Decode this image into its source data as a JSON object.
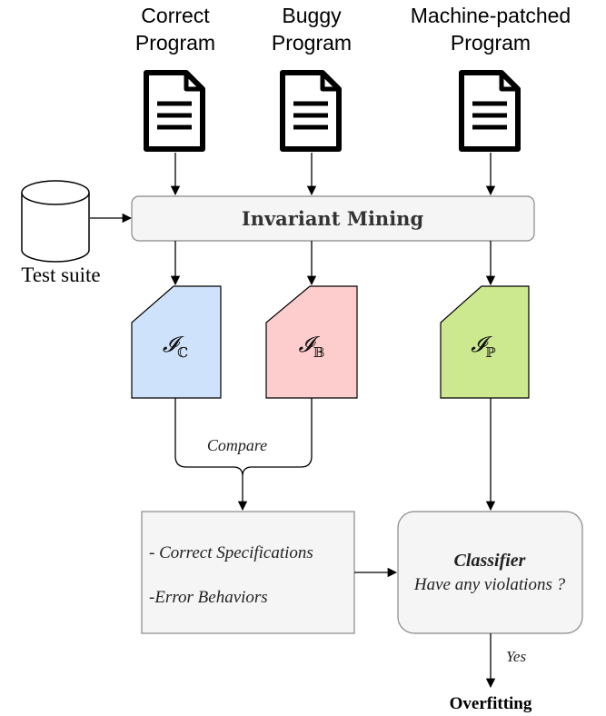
{
  "inputs": {
    "correct": {
      "line1": "Correct",
      "line2": "Program"
    },
    "buggy": {
      "line1": "Buggy",
      "line2": "Program"
    },
    "patched": {
      "line1": "Machine-patched",
      "line2": "Program"
    }
  },
  "test_suite": {
    "label": "Test suite"
  },
  "mining": {
    "label": "Invariant Mining"
  },
  "invariants": {
    "correct": {
      "symbol": "𝓘",
      "subscript": "ℂ",
      "color": "#cfe2fb"
    },
    "buggy": {
      "symbol": "𝓘",
      "subscript": "𝔹",
      "color": "#fdcdcd"
    },
    "patched": {
      "symbol": "𝓘",
      "subscript": "ℙ",
      "color": "#cde98f"
    }
  },
  "compare": {
    "label": "Compare"
  },
  "specs": {
    "line1": "- Correct Specifications",
    "line2": "-Error Behaviors"
  },
  "classifier": {
    "title": "Classifier",
    "question": "Have any violations ?"
  },
  "edge_yes": {
    "label": "Yes"
  },
  "result": {
    "label": "Overfitting"
  },
  "colors": {
    "box_fill": "#f5f5f5",
    "box_stroke": "#888888",
    "stroke": "#000000"
  }
}
